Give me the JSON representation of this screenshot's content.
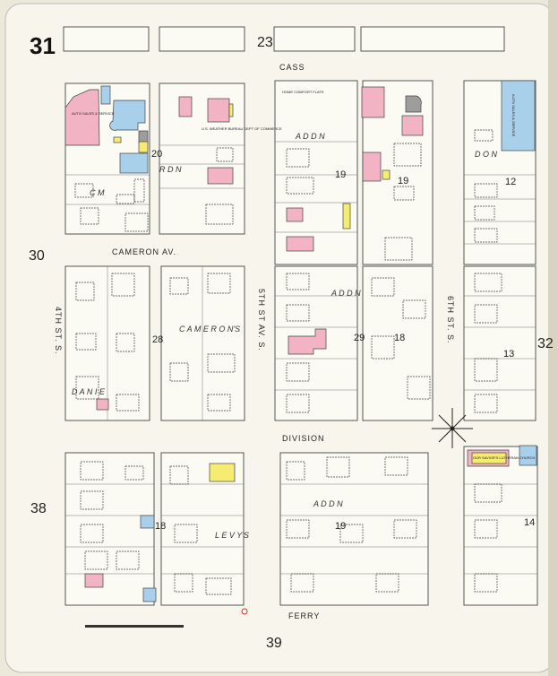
{
  "sheet_number": "31",
  "adjoining_sheets": {
    "top": "23",
    "left_upper": "30",
    "left_lower": "38",
    "bottom": "39",
    "right": "32"
  },
  "streets": {
    "cass": "CASS",
    "cameron": "CAMERON AV.",
    "division": "DIVISION",
    "ferry": "FERRY",
    "fourth": "4TH ST. S.",
    "fifth": "5TH ST AV. S.",
    "sixth": "6TH ST. S."
  },
  "block_numbers": [
    "20",
    "19",
    "19",
    "12",
    "28",
    "29",
    "18",
    "13",
    "18",
    "19",
    "14"
  ],
  "building_labels": {
    "auto_sales": "AUTO SALES & SERVICE",
    "weather_bureau": "U.S. WEATHER BUREAU DEPT OF COMMERCE",
    "home_comfort": "HOME COMFORT FLATS",
    "auto_sales_east": "AUTO SALES & SERVICE",
    "church": "OUR SAVIOR'S LUTHERAN CHURCH"
  },
  "addition_letters": {
    "a": "C M",
    "b": "R D N",
    "c": "A D D N",
    "d": "A D D N",
    "e": "C A M E R O N'S",
    "f": "D A N I E",
    "g": "L E V Y'S",
    "h": "A D D N",
    "i": "D O N"
  },
  "colors": {
    "brick": "#f2b3c4",
    "frame": "#f6ec72",
    "stone_concrete": "#a9d0ea",
    "fireproof": "#9d9d9d"
  }
}
